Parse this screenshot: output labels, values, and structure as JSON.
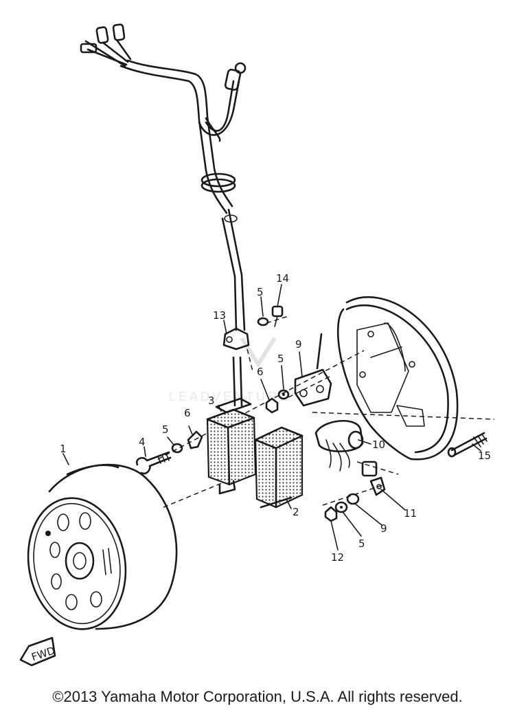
{
  "diagram": {
    "callouts": [
      "1",
      "2",
      "3",
      "4",
      "5",
      "6",
      "5",
      "6",
      "5",
      "9",
      "13",
      "14",
      "5",
      "9",
      "10",
      "11",
      "12",
      "15"
    ],
    "fwd_label": "FWD",
    "watermark": "LEADVENTURE"
  },
  "footer": {
    "copyright": "©2013 Yamaha Motor Corporation, U.S.A. All rights reserved."
  }
}
